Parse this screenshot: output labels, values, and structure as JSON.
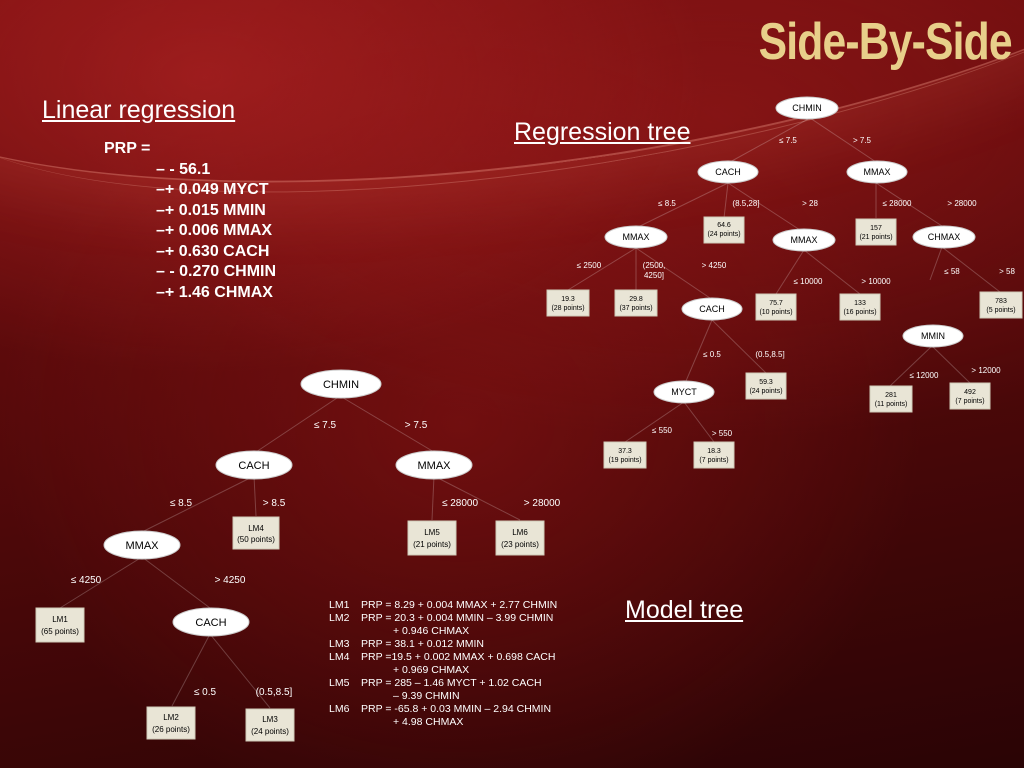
{
  "slide_title": "Side-By-Side",
  "linear_regression": {
    "heading": "Linear regression",
    "lines": [
      "PRP =",
      "– - 56.1",
      "–+ 0.049 MYCT",
      "–+ 0.015 MMIN",
      "–+ 0.006 MMAX",
      "–+ 0.630 CACH",
      "– - 0.270 CHMIN",
      "–+ 1.46 CHMAX"
    ]
  },
  "regression_tree": {
    "heading": "Regression tree",
    "nodes": {
      "root": "CHMIN",
      "cach": "CACH",
      "mmax_r": "MMAX",
      "mmax_l": "MMAX",
      "mmax_m": "MMAX",
      "chmax": "CHMAX",
      "cach2": "CACH",
      "myct": "MYCT",
      "mmin": "MMIN"
    },
    "leaves": {
      "l646": [
        "64.6",
        "(24 points)"
      ],
      "l157": [
        "157",
        "(21 points)"
      ],
      "l193": [
        "19.3",
        "(28 points)"
      ],
      "l298": [
        "29.8",
        "(37 points)"
      ],
      "l757": [
        "75.7",
        "(10 points)"
      ],
      "l133": [
        "133",
        "(16 points)"
      ],
      "l783": [
        "783",
        "(5 points)"
      ],
      "l593": [
        "59.3",
        "(24 points)"
      ],
      "l281": [
        "281",
        "(11 points)"
      ],
      "l492": [
        "492",
        "(7 points)"
      ],
      "l373": [
        "37.3",
        "(19 points)"
      ],
      "l183": [
        "18.3",
        "(7 points)"
      ]
    },
    "edges": {
      "e1": "≤ 7.5",
      "e2": "> 7.5",
      "e3": "≤ 8.5",
      "e4": "(8.5,28]",
      "e5": "> 28",
      "e6": "≤ 28000",
      "e7": "> 28000",
      "e8": "≤ 2500",
      "e9a": "(2500,",
      "e9b": "4250]",
      "e10": "> 4250",
      "e11": "≤ 10000",
      "e12": "> 10000",
      "e13": "≤ 58",
      "e14": "> 58",
      "e15": "≤ 0.5",
      "e16": "(0.5,8.5]",
      "e17": "> 12000",
      "e18": "≤ 12000",
      "e19": "≤ 550",
      "e20": "> 550"
    }
  },
  "model_tree": {
    "heading": "Model tree",
    "nodes": {
      "root": "CHMIN",
      "cach": "CACH",
      "mmax": "MMAX",
      "mmax2": "MMAX",
      "cach2": "CACH"
    },
    "leaves": {
      "lm4": [
        "LM4",
        "(50 points)"
      ],
      "lm5": [
        "LM5",
        "(21 points)"
      ],
      "lm6": [
        "LM6",
        "(23 points)"
      ],
      "lm1": [
        "LM1",
        "(65 points)"
      ],
      "lm2": [
        "LM2",
        "(26 points)"
      ],
      "lm3": [
        "LM3",
        "(24 points)"
      ]
    },
    "edges": {
      "e1": "≤ 7.5",
      "e2": "> 7.5",
      "e3": "≤ 8.5",
      "e4": "> 8.5",
      "e5": "≤ 28000",
      "e6": "> 28000",
      "e7": "≤ 4250",
      "e8": "> 4250",
      "e9": "≤ 0.5",
      "e10": "(0.5,8.5]"
    },
    "models": [
      {
        "id": "LM1",
        "lines": [
          "PRP = 8.29 + 0.004 MMAX + 2.77 CHMIN"
        ]
      },
      {
        "id": "LM2",
        "lines": [
          "PRP = 20.3 + 0.004 MMIN – 3.99 CHMIN",
          "+ 0.946 CHMAX"
        ]
      },
      {
        "id": "LM3",
        "lines": [
          "PRP = 38.1 + 0.012 MMIN"
        ]
      },
      {
        "id": "LM4",
        "lines": [
          "PRP =19.5 + 0.002 MMAX + 0.698 CACH",
          "+ 0.969 CHMAX"
        ]
      },
      {
        "id": "LM5",
        "lines": [
          "PRP = 285 – 1.46 MYCT + 1.02 CACH",
          "– 9.39 CHMIN"
        ]
      },
      {
        "id": "LM6",
        "lines": [
          "PRP = -65.8 + 0.03 MMIN – 2.94 CHMIN",
          "+ 4.98 CHMAX"
        ]
      }
    ]
  }
}
